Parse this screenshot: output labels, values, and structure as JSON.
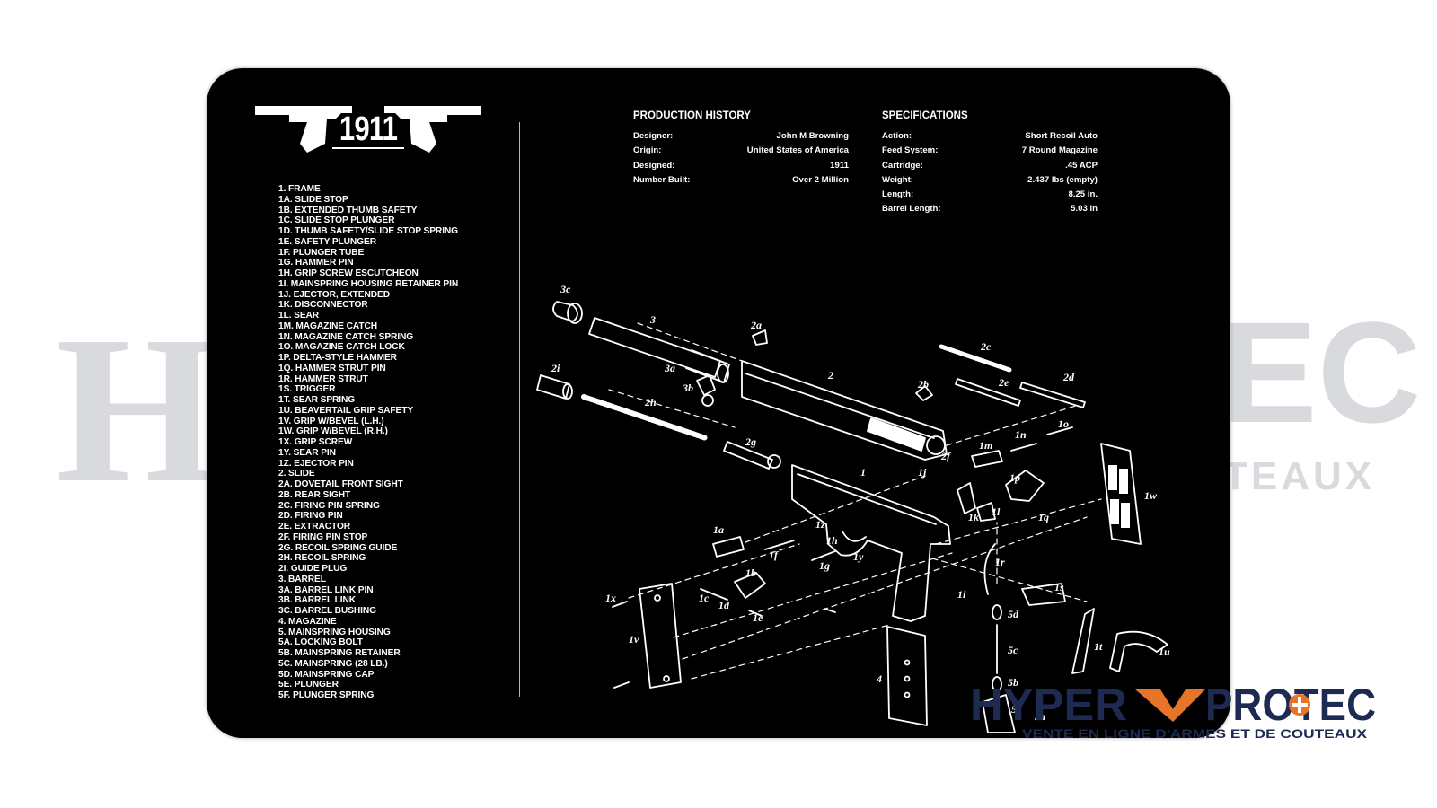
{
  "watermark": {
    "left_text": "HJ",
    "right_text": "EC",
    "right_sub": "TEAUX",
    "color": "#d9dade"
  },
  "mat": {
    "title": "1911",
    "parts": [
      "1. FRAME",
      "1A. SLIDE STOP",
      "1B. EXTENDED THUMB SAFETY",
      "1C. SLIDE STOP PLUNGER",
      "1D. THUMB SAFETY/SLIDE STOP SPRING",
      "1E. SAFETY PLUNGER",
      "1F. PLUNGER TUBE",
      "1G. HAMMER PIN",
      "1H. GRIP SCREW ESCUTCHEON",
      "1I. MAINSPRING HOUSING RETAINER PIN",
      "1J. EJECTOR, EXTENDED",
      "1K. DISCONNECTOR",
      "1L. SEAR",
      "1M. MAGAZINE CATCH",
      "1N. MAGAZINE CATCH SPRING",
      "1O. MAGAZINE CATCH LOCK",
      "1P. DELTA-STYLE HAMMER",
      "1Q. HAMMER STRUT PIN",
      "1R. HAMMER STRUT",
      "1S. TRIGGER",
      "1T. SEAR SPRING",
      "1U. BEAVERTAIL GRIP SAFETY",
      "1V. GRIP W/BEVEL (L.H.)",
      "1W. GRIP W/BEVEL (R.H.)",
      "1X. GRIP SCREW",
      "1Y. SEAR PIN",
      "1Z. EJECTOR PIN",
      "2. SLIDE",
      "2A. DOVETAIL FRONT SIGHT",
      "2B. REAR SIGHT",
      "2C. FIRING PIN SPRING",
      "2D. FIRING PIN",
      "2E. EXTRACTOR",
      "2F. FIRING PIN STOP",
      "2G. RECOIL SPRING GUIDE",
      "2H. RECOIL SPRING",
      "2I. GUIDE PLUG",
      "3. BARREL",
      "3A. BARREL LINK PIN",
      "3B. BARREL LINK",
      "3C. BARREL BUSHING",
      "4. MAGAZINE",
      "5. MAINSPRING HOUSING",
      "5A. LOCKING BOLT",
      "5B. MAINSPRING RETAINER",
      "5C. MAINSPRING (28 LB.)",
      "5D. MAINSPRING CAP",
      "5E. PLUNGER",
      "5F. PLUNGER SPRING"
    ],
    "production_history": {
      "heading": "PRODUCTION HISTORY",
      "rows": [
        {
          "key": "Designer:",
          "value": "John M Browning"
        },
        {
          "key": "Origin:",
          "value": "United States of America"
        },
        {
          "key": "Designed:",
          "value": "1911"
        },
        {
          "key": "Number Built:",
          "value": "Over 2 Million"
        }
      ]
    },
    "specifications": {
      "heading": "SPECIFICATIONS",
      "rows": [
        {
          "key": "Action:",
          "value": "Short Recoil Auto"
        },
        {
          "key": "Feed System:",
          "value": "7 Round Magazine"
        },
        {
          "key": "Cartridge:",
          "value": ".45 ACP"
        },
        {
          "key": "Weight:",
          "value": "2.437 lbs (empty)"
        },
        {
          "key": "Length:",
          "value": "8.25 in."
        },
        {
          "key": "Barrel Length:",
          "value": "5.03 in"
        }
      ]
    },
    "diagram_labels": {
      "3c": "3c",
      "3": "3",
      "2i": "2i",
      "2h": "2h",
      "3a": "3a",
      "3b": "3b",
      "2a": "2a",
      "2": "2",
      "2g": "2g",
      "2c": "2c",
      "2e": "2e",
      "2d": "2d",
      "2b": "2b",
      "1m": "1m",
      "1n": "1n",
      "1o": "1o",
      "2f": "2f",
      "1j": "1j",
      "1": "1",
      "1w": "1w",
      "1p": "1p",
      "1l": "1l",
      "1k": "1k",
      "1q": "1q",
      "1a": "1a",
      "1f": "1f",
      "1z": "1z",
      "1h": "1h",
      "1g": "1g",
      "1y": "1y",
      "1r": "1r",
      "1b": "1b",
      "1x": "1x",
      "1c": "1c",
      "1d": "1d",
      "1e": "1e",
      "1i": "1i",
      "5d": "5d",
      "1s": "1s",
      "1v": "1v",
      "5c": "5c",
      "4": "4",
      "5b": "5b",
      "1t": "1t",
      "1u": "1u",
      "5": "5",
      "5a": "5a"
    }
  },
  "logo": {
    "word1": "HYPER",
    "word2": "PROTEC",
    "tagline": "VENTE EN LIGNE D'ARMES ET DE COUTEAUX",
    "color_navy": "#1d2a52",
    "color_orange": "#e8742a"
  }
}
